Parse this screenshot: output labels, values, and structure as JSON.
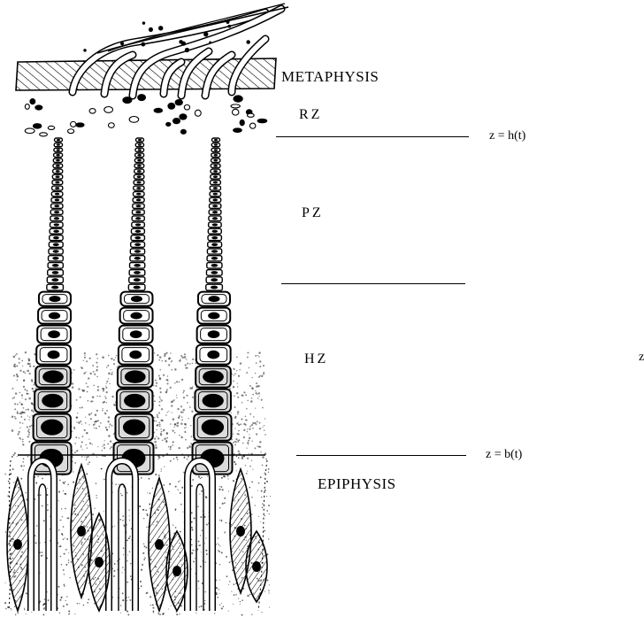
{
  "diagram": {
    "labels": {
      "metaphysis": "METAPHYSIS",
      "reserve_zone": "RZ",
      "proliferative_zone": "PZ",
      "hypertrophic_zone": "HZ",
      "epiphysis": "EPIPHYSIS"
    },
    "boundaries": {
      "top": "z = h(t)",
      "bottom": "z = b(t)"
    },
    "edge_mark": "z"
  }
}
